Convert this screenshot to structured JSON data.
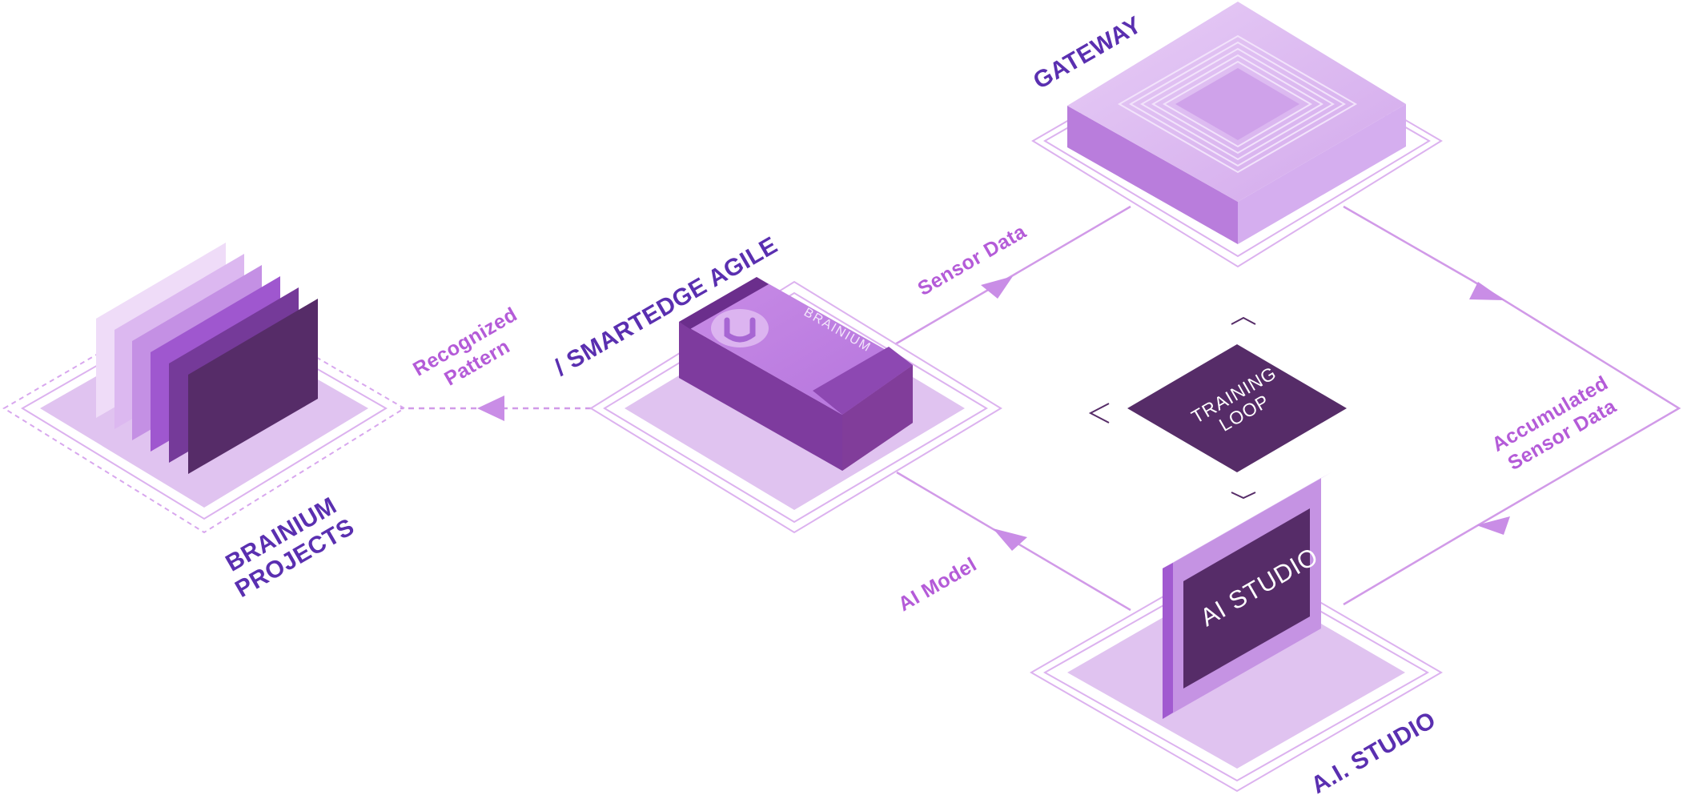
{
  "nodes": {
    "projects": {
      "label_line1": "BRAINIUM",
      "label_line2": "PROJECTS"
    },
    "device": {
      "label": "/ SMARTEDGE AGILE",
      "brand": "BRAINIUM"
    },
    "gateway": {
      "label": "GATEWAY"
    },
    "studio": {
      "label": "A.I. STUDIO",
      "screen_text": "AI STUDIO"
    },
    "training": {
      "line1": "TRAINING",
      "line2": "LOOP"
    }
  },
  "flows": {
    "recognized_pattern": {
      "line1": "Recognized",
      "line2": "Pattern"
    },
    "sensor_data": {
      "text": "Sensor Data"
    },
    "accumulated": {
      "line1": "Accumulated",
      "line2": "Sensor Data"
    },
    "ai_model": {
      "text": "AI Model"
    }
  },
  "colors": {
    "flow_line": "#d19ae8",
    "flow_label": "#b45bd8",
    "node_label": "#5a2fb0",
    "platform": "#e0c3f0",
    "dark_purple": "#562c68",
    "mid_purple": "#a561d6"
  }
}
